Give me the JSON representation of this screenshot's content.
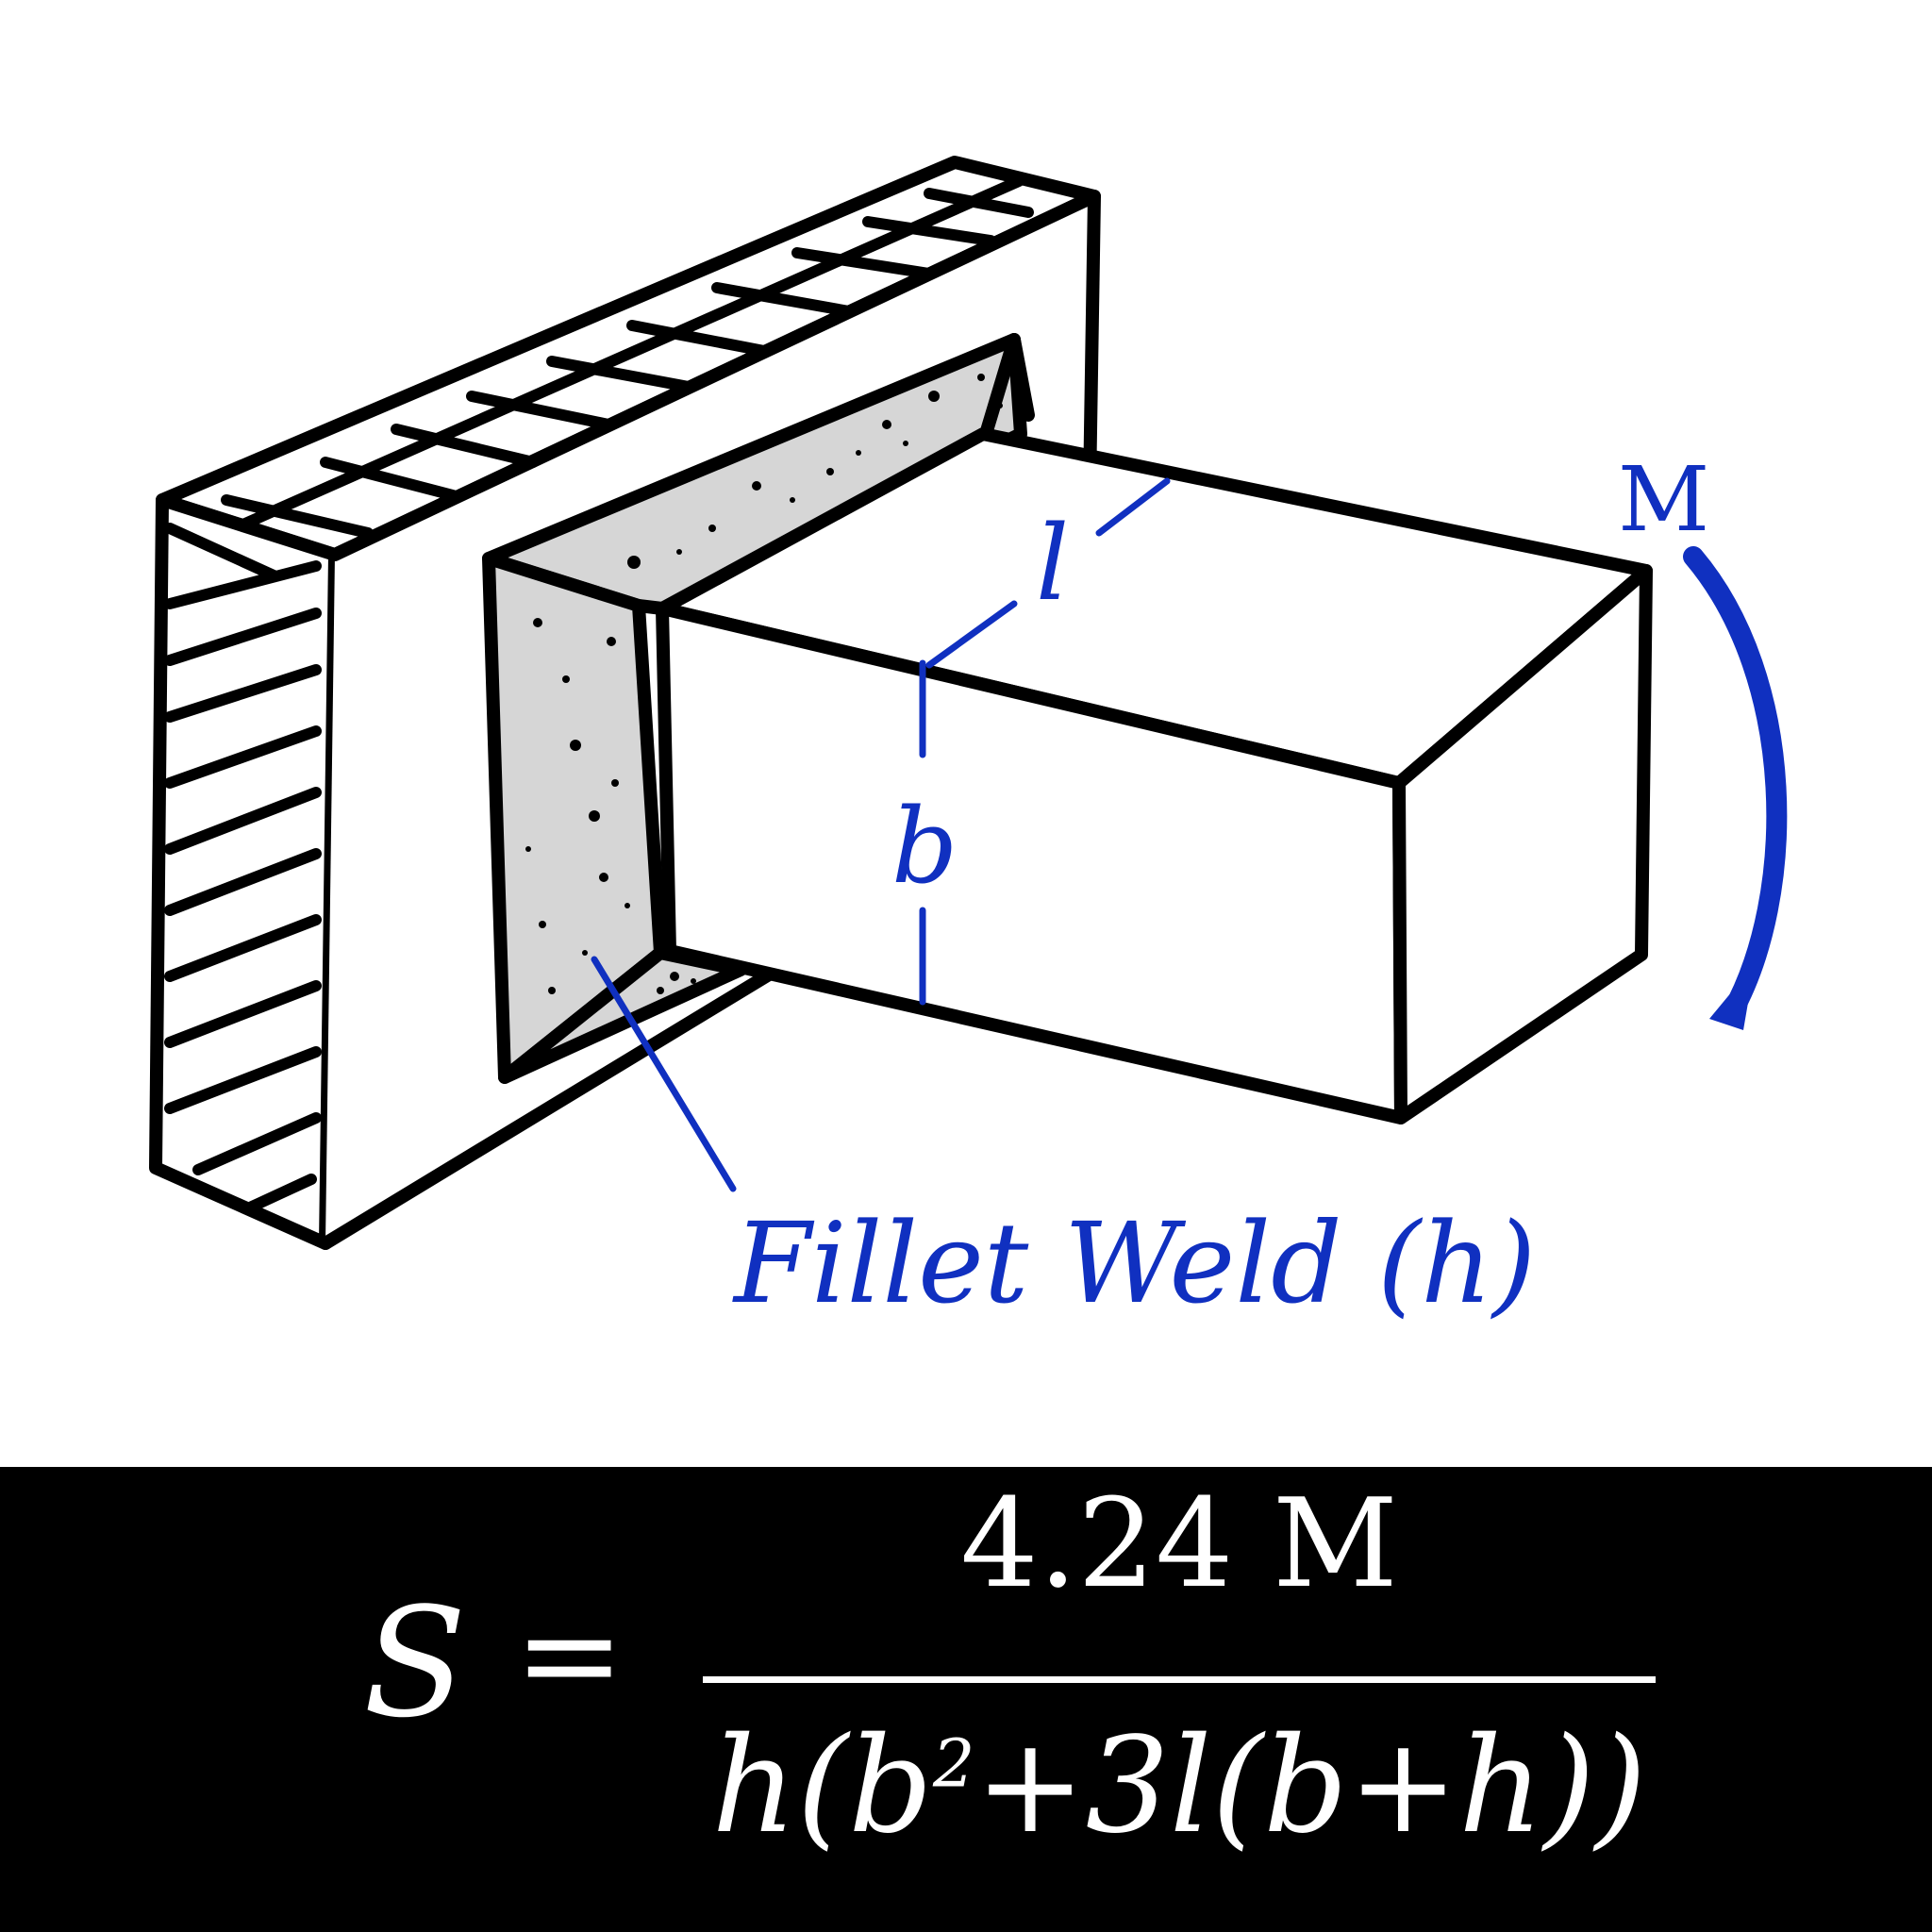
{
  "labels": {
    "moment": "M",
    "length": "l",
    "height": "b",
    "weld": "Fillet Weld (h)"
  },
  "formula": {
    "lhs": "S",
    "equals": "=",
    "numerator": "4.24 M",
    "denominator_prefix": "h(b",
    "denominator_exponent": "2",
    "denominator_suffix": "+3l(b+h))"
  },
  "colors": {
    "annotation": "#1030c0",
    "outline": "#000000",
    "weld_fill": "#d6d6d6",
    "formula_background": "#000000",
    "formula_text": "#ffffff"
  }
}
